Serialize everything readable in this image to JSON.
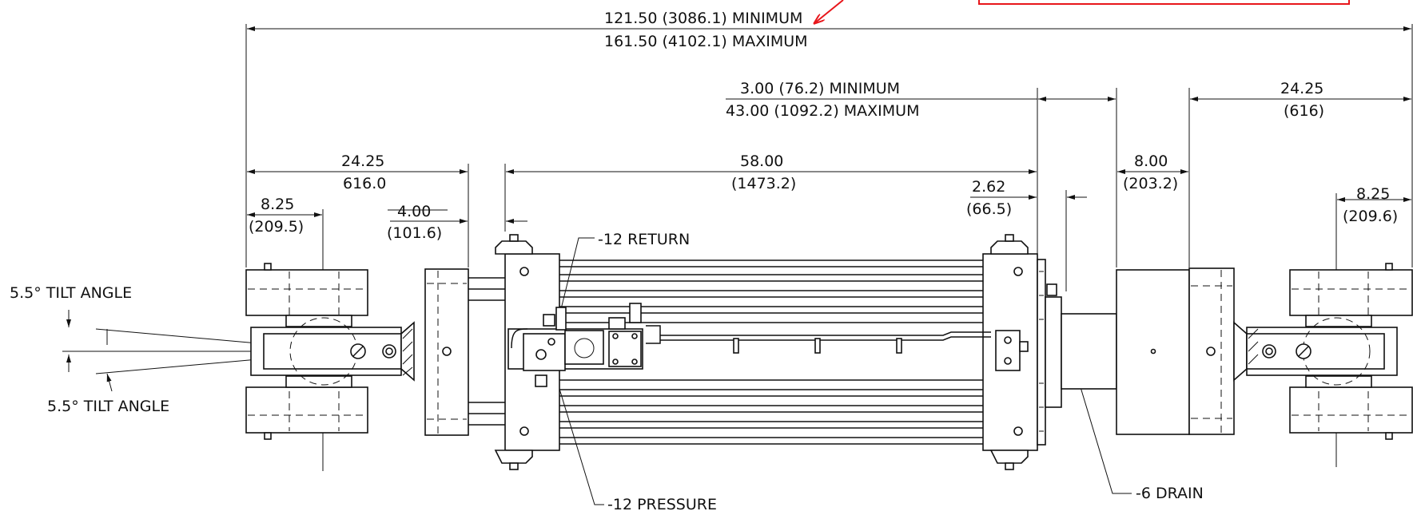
{
  "dimensions": {
    "overall_min": "121.50  (3086.1) MINIMUM",
    "overall_max": "161.50  (4102.1) MAXIMUM",
    "stroke_min": "3.00  (76.2) MINIMUM",
    "stroke_max": "43.00  (1092.2) MAXIMUM",
    "right_end": "24.25",
    "right_end_mm": "(616)",
    "left_end": "24.25",
    "left_end_mm": "616.0",
    "body_length": "58.00",
    "body_length_mm": "(1473.2)",
    "rod_gap": "8.00",
    "rod_gap_mm": "(203.2)",
    "left_pin": "8.25",
    "left_pin_mm": "(209.5)",
    "right_pin": "8.25",
    "right_pin_mm": "(209.6)",
    "flange": "4.00",
    "flange_mm": "(101.6)",
    "end_plate": "2.62",
    "end_plate_mm": "(66.5)"
  },
  "annotations": {
    "tilt_top": "5.5° TILT ANGLE",
    "tilt_bottom": "5.5° TILT ANGLE",
    "return_port": "-12 RETURN",
    "pressure_port": "-12 PRESSURE",
    "drain_port": "-6 DRAIN"
  },
  "colors": {
    "line": "#111111",
    "markup": "#e8161b"
  }
}
